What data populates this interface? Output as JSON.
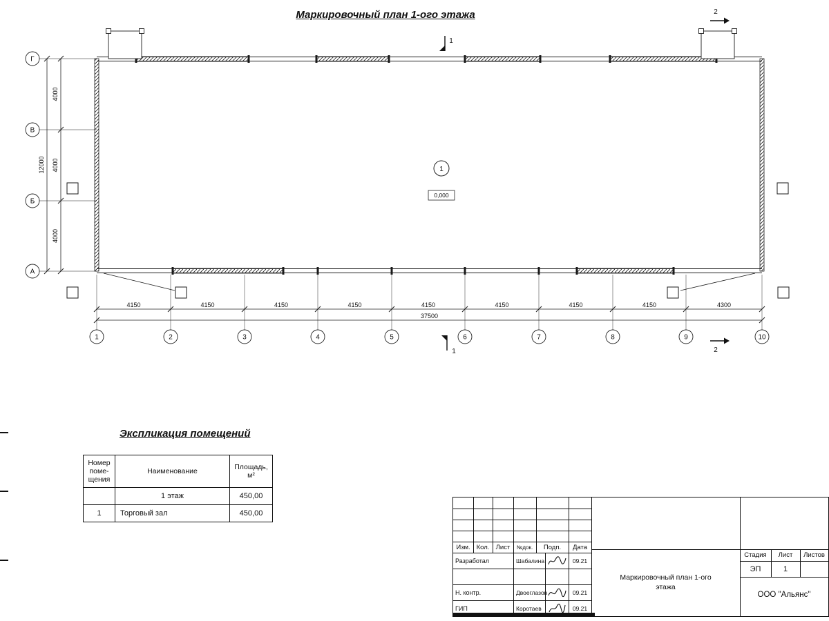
{
  "page_title": "Маркировочный план 1-ого этажа",
  "plan": {
    "axes_left": [
      "Г",
      "В",
      "Б",
      "А"
    ],
    "axes_bottom": [
      "1",
      "2",
      "3",
      "4",
      "5",
      "6",
      "7",
      "8",
      "9",
      "10"
    ],
    "dims_left": [
      "4000",
      "4000",
      "4000"
    ],
    "dim_left_total": "12000",
    "dims_bottom": [
      "4150",
      "4150",
      "4150",
      "4150",
      "4150",
      "4150",
      "4150",
      "4150",
      "4300"
    ],
    "dim_bottom_total": "37500",
    "room_mark": "1",
    "elevation_mark": "0,000",
    "section1": "1",
    "section2": "2"
  },
  "explication": {
    "title": "Экспликация  помещений",
    "header": {
      "number_lines": [
        "Номер",
        "поме-",
        "щения"
      ],
      "name": "Наименование",
      "area_line1": "Площадь,",
      "area_line2": "м²"
    },
    "rows": [
      {
        "number": "",
        "name": "1 этаж",
        "area": "450,00"
      },
      {
        "number": "1",
        "name": "Торговый зал",
        "area": "450,00"
      }
    ]
  },
  "titleblock": {
    "head": {
      "izm": "Изм.",
      "kol": "Кол.",
      "list": "Лист",
      "ndoc": "№док.",
      "podp": "Подп.",
      "data": "Дата"
    },
    "sign_rows": [
      {
        "role": "Разработал",
        "name": "Шабалина",
        "date": "09.21"
      },
      {
        "role": "Н. контр.",
        "name": "Двоеглазов",
        "date": "09.21"
      },
      {
        "role": "ГИП",
        "name": "Коротаев",
        "date": "09.21"
      }
    ],
    "doc_title": "Маркировочный план 1-ого этажа",
    "stage_label": "Стадия",
    "sheet_label": "Лист",
    "sheets_label": "Листов",
    "stage": "ЭП",
    "sheet_no": "1",
    "company": "ООО \"Альянс\""
  }
}
